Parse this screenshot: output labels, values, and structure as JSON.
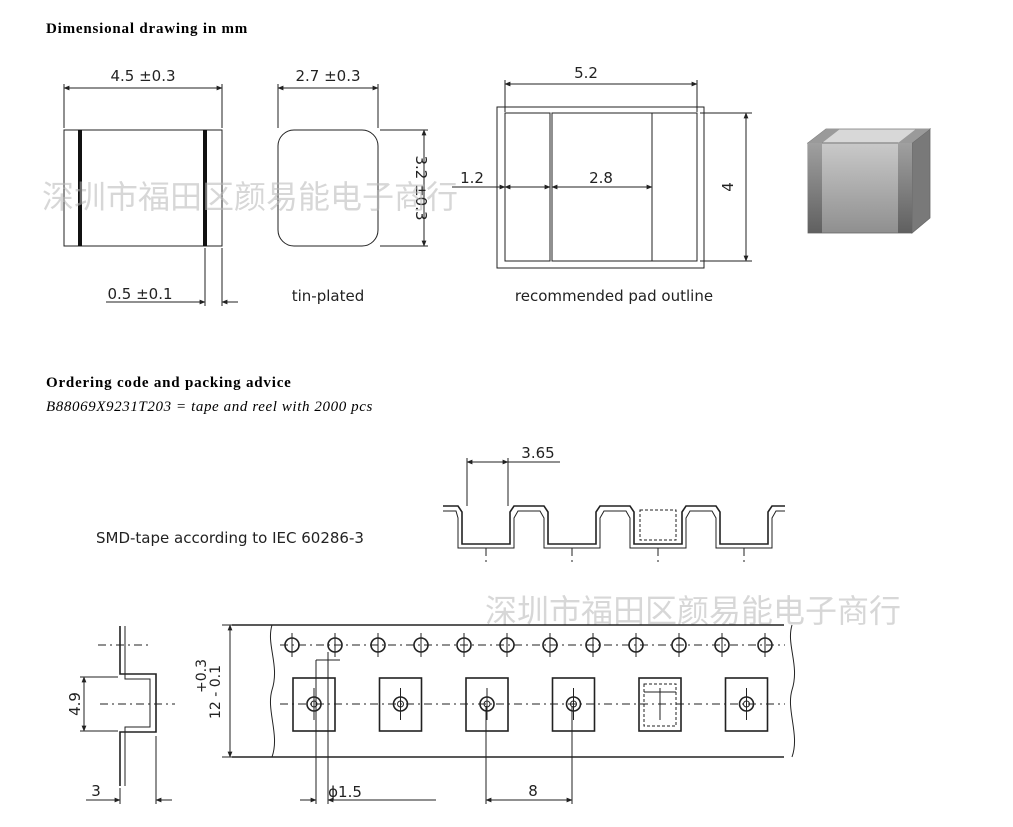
{
  "section1": {
    "heading": "Dimensional drawing in mm"
  },
  "section2": {
    "heading": "Ordering code and packing advice",
    "ordering_line": "B88069X9231T203 = tape and reel with 2000 pcs"
  },
  "front_view": {
    "width_dim": "4.5 ±0.3",
    "band_dim": "0.5 ±0.1"
  },
  "side_view": {
    "width_dim": "2.7 ±0.3",
    "height_dim": "3.2 ±0.3",
    "caption": "tin-plated"
  },
  "pad_outline": {
    "total_dim": "5.2",
    "pad_dim": "1.2",
    "gap_dim": "2.8",
    "height_dim": "4",
    "caption": "recommended pad outline"
  },
  "tape": {
    "caption": "SMD-tape according to IEC 60286-3",
    "pocket_dim": "3.65",
    "width_dim": "12 - 0.1",
    "width_tol": "+0.3",
    "pocket_height_dim": "4.9",
    "depth_dim": "3",
    "hole_dim": "ϕ1.5",
    "pitch_dim": "8"
  },
  "watermark": {
    "text": "深圳市福田区颜易能电子商行"
  },
  "colors": {
    "component_body": "#9a9a9a",
    "component_cap": "#7a7a7a",
    "watermark": "#b8b8b8"
  }
}
